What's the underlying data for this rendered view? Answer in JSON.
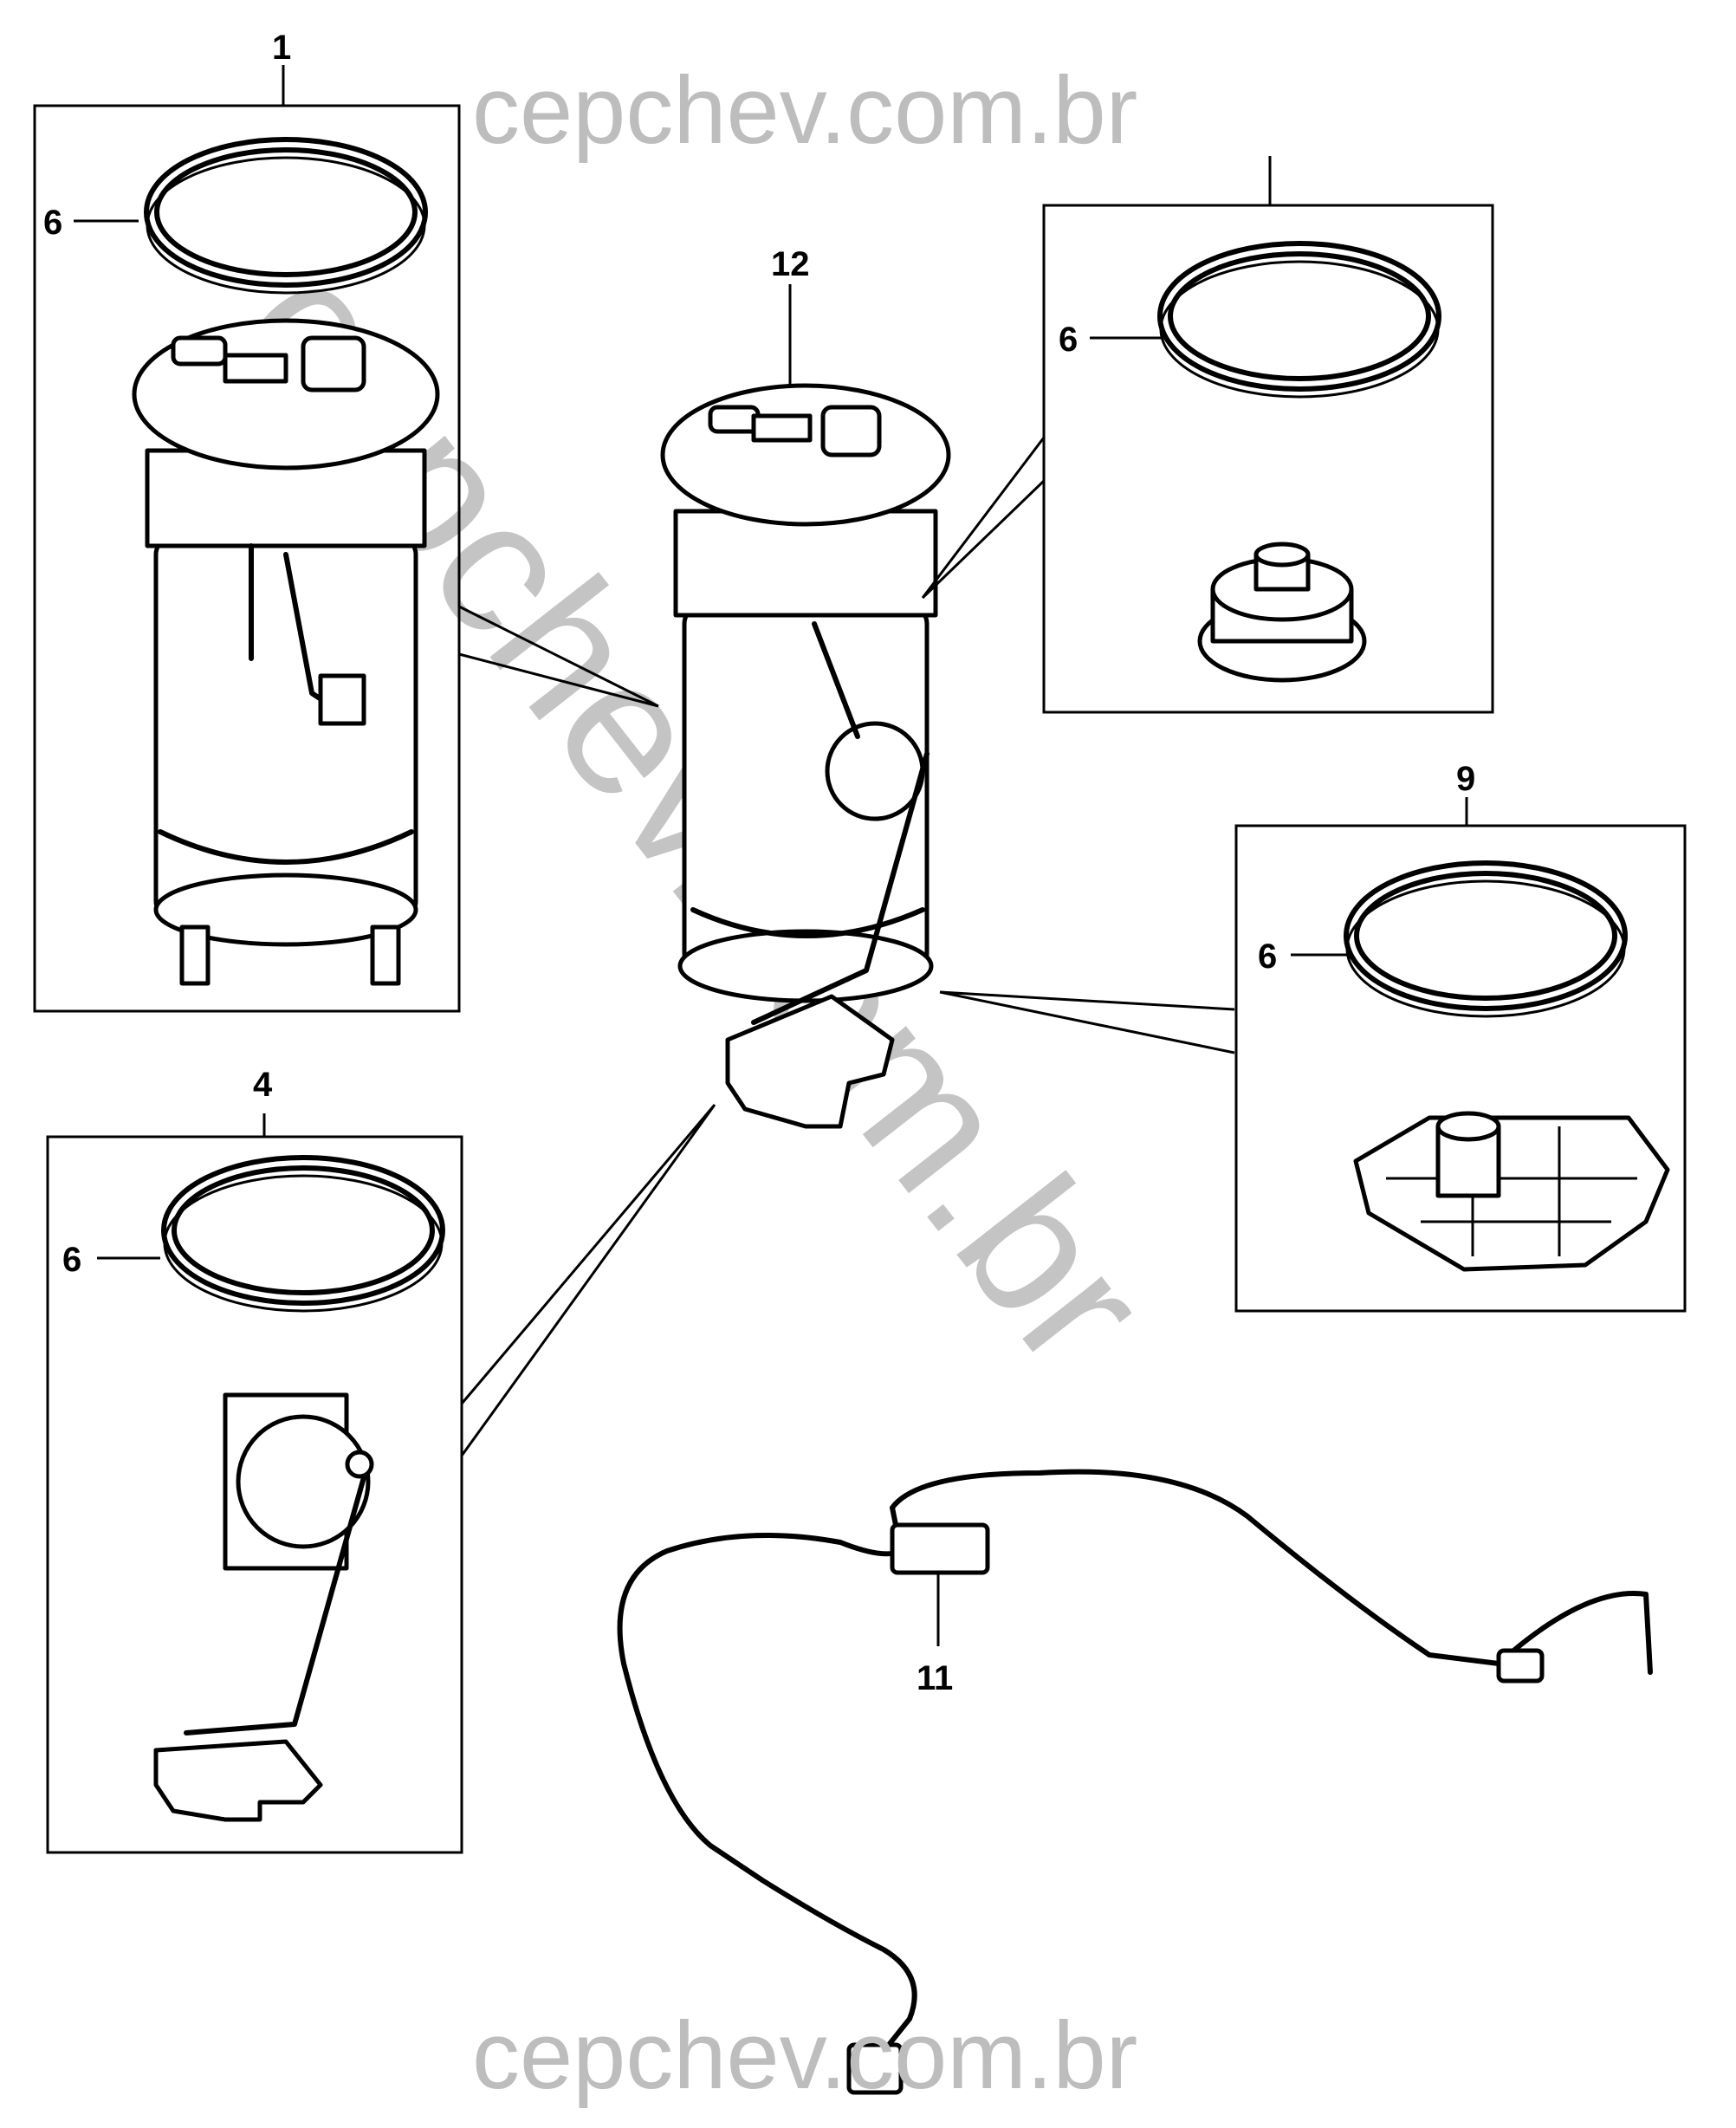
{
  "callouts": {
    "c1": "1",
    "c4": "4",
    "c6a": "6",
    "c6b": "6",
    "c6c": "6",
    "c6d": "6",
    "c9": "9",
    "c11": "11",
    "c12": "12"
  },
  "watermark": {
    "top": "cepchev.com.br",
    "bottom": "cepchev.com.br",
    "diagonal": "cepchev.com.br"
  }
}
